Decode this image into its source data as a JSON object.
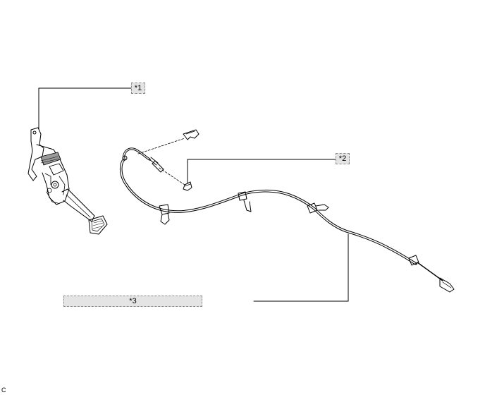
{
  "callouts": {
    "c1": "*1",
    "c2": "*2",
    "c3": "*3"
  },
  "figure_code": "C",
  "colors": {
    "line": "#000000",
    "callout_fill": "#e4e4e4",
    "callout_border": "#8a8a8a",
    "part_shade": "#9a9a9a"
  }
}
